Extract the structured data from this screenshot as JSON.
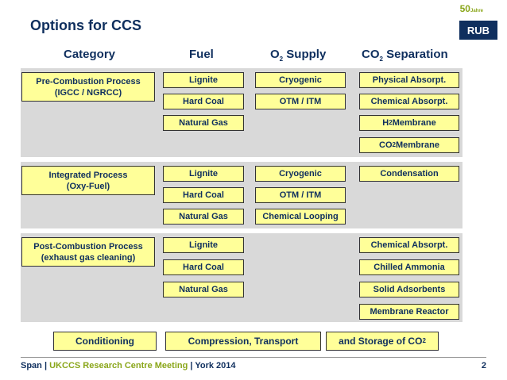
{
  "title": "Options for CCS",
  "logo": {
    "anniversary": "50",
    "anniversary_suffix": "Jahre",
    "brand": "RUB"
  },
  "columns": {
    "category": "Category",
    "fuel": "Fuel",
    "o2_supply_prefix": "O",
    "o2_supply_sub": "2",
    "o2_supply_suffix": " Supply",
    "co2_sep_prefix": "CO",
    "co2_sep_sub": "2",
    "co2_sep_suffix": " Separation"
  },
  "groups": [
    {
      "category_line1": "Pre-Combustion Process",
      "category_line2": "(IGCC / NGRCC)",
      "fuels": [
        "Lignite",
        "Hard Coal",
        "Natural Gas"
      ],
      "o2": [
        "Cryogenic",
        "OTM / ITM"
      ],
      "separation": [
        "Physical Absorpt.",
        "Chemical Absorpt."
      ],
      "sep_h2_prefix": "H",
      "sep_h2_sub": "2",
      "sep_h2_suffix": " Membrane",
      "sep_co2_prefix": "CO",
      "sep_co2_sub": "2",
      "sep_co2_suffix": " Membrane"
    },
    {
      "category_line1": "Integrated Process",
      "category_line2": "(Oxy-Fuel)",
      "fuels": [
        "Lignite",
        "Hard Coal",
        "Natural Gas"
      ],
      "o2": [
        "Cryogenic",
        "OTM / ITM",
        "Chemical Looping"
      ],
      "separation": [
        "Condensation"
      ]
    },
    {
      "category_line1": "Post-Combustion Process",
      "category_line2": "(exhaust gas cleaning)",
      "fuels": [
        "Lignite",
        "Hard Coal",
        "Natural Gas"
      ],
      "separation": [
        "Chemical Absorpt.",
        "Chilled Ammonia",
        "Solid Adsorbents",
        "Membrane Reactor"
      ]
    }
  ],
  "bottom": {
    "conditioning": "Conditioning",
    "compression": "Compression, Transport",
    "storage_prefix": "and Storage of CO",
    "storage_sub": "2"
  },
  "footer": {
    "author": "Span",
    "sep1": " | ",
    "event": "UKCCS Research Centre Meeting",
    "sep2": " | ",
    "place_year": "York 2014",
    "page": "2"
  }
}
